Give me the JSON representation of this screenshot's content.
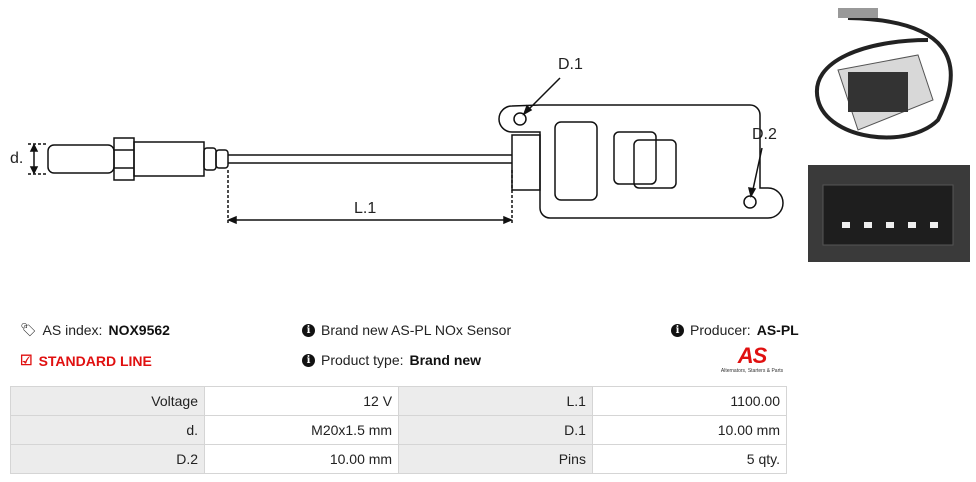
{
  "diagram": {
    "labels": {
      "d": "d.",
      "l1": "L.1",
      "d1": "D.1",
      "d2": "D.2"
    }
  },
  "info": {
    "as_index_label": "AS index:",
    "as_index_value": "NOX9562",
    "line": "STANDARD LINE",
    "description": "Brand new AS-PL NOx Sensor",
    "product_type_label": "Product type:",
    "product_type_value": "Brand new",
    "producer_label": "Producer:",
    "producer_value": "AS-PL"
  },
  "logo": {
    "text": "AS",
    "tagline": "Alternators, Starters & Parts"
  },
  "colors": {
    "accent": "#e01010"
  },
  "specs": [
    [
      {
        "label": "Voltage",
        "value": "12 V"
      },
      {
        "label": "L.1",
        "value": "1100.00"
      }
    ],
    [
      {
        "label": "d.",
        "value": "M20x1.5 mm"
      },
      {
        "label": "D.1",
        "value": "10.00 mm"
      }
    ],
    [
      {
        "label": "D.2",
        "value": "10.00 mm"
      },
      {
        "label": "Pins",
        "value": "5 qty."
      }
    ]
  ]
}
